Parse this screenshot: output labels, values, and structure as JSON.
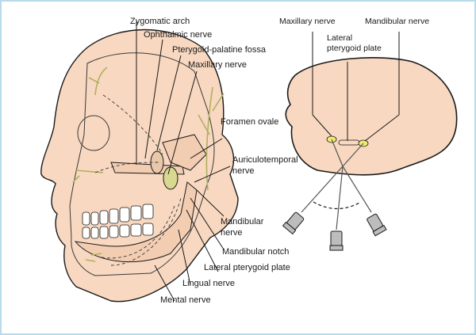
{
  "colors": {
    "skin": "#f8d8c0",
    "nerve": "#d8d890",
    "outline": "#1a1a1a",
    "frame": "#b8dbe8",
    "ganglion": "#f2ea70"
  },
  "left_panel": {
    "title": "Lateral view of skull with trigeminal nerve branches",
    "labels": {
      "zygomatic_arch": "Zygomatic arch",
      "ophthalmic_nerve": "Ophthalmic nerve",
      "pterygoid_palatine_fossa": "Pterygoid-palatine fossa",
      "maxillary_nerve": "Maxillary nerve",
      "foramen_ovale": "Foramen ovale",
      "auriculotemporal_nerve_l1": "Auriculotemporal",
      "auriculotemporal_nerve_l2": "nerve",
      "mandibular_nerve_l1": "Mandibular",
      "mandibular_nerve_l2": "nerve",
      "mandibular_notch": "Mandibular notch",
      "lateral_pterygoid_plate": "Lateral pterygoid plate",
      "lingual_nerve": "Lingual nerve",
      "mental_nerve": "Mental nerve"
    }
  },
  "right_panel": {
    "title": "Axial view with needle approaches",
    "labels": {
      "maxillary_nerve": "Maxillary nerve",
      "mandibular_nerve": "Mandibular nerve",
      "lateral_pterygoid_plate_l1": "Lateral",
      "lateral_pterygoid_plate_l2": "pterygoid plate"
    }
  }
}
